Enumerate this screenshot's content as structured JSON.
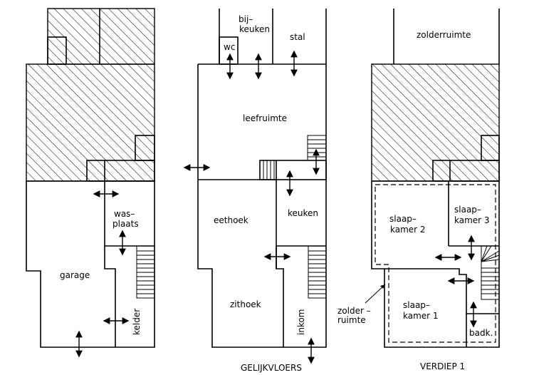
{
  "plans": {
    "ground": {
      "rooms": {
        "was": "was–",
        "plaats": "plaats",
        "garage": "garage",
        "kelder": "kelder"
      }
    },
    "middle": {
      "rooms": {
        "bij": "bij–",
        "keuken_top": "keuken",
        "wc": "wc",
        "stal": "stal",
        "leefruimte": "leefruimte",
        "eethoek": "eethoek",
        "keuken": "keuken",
        "zithoek": "zithoek",
        "inkom": "inkom"
      },
      "caption": "GELIJKVLOERS"
    },
    "upper": {
      "rooms": {
        "zolderruimte": "zolderruimte",
        "slaap1a": "slaap–",
        "slaap1b": "kamer 2",
        "slaap3a": "slaap–",
        "slaap3b": "kamer 3",
        "slaap2a": "slaap–",
        "slaap2b": "kamer 1",
        "badk": "badk.",
        "zolder_a": "zolder –",
        "zolder_b": "ruimte"
      },
      "caption": "VERDIEP 1"
    }
  }
}
